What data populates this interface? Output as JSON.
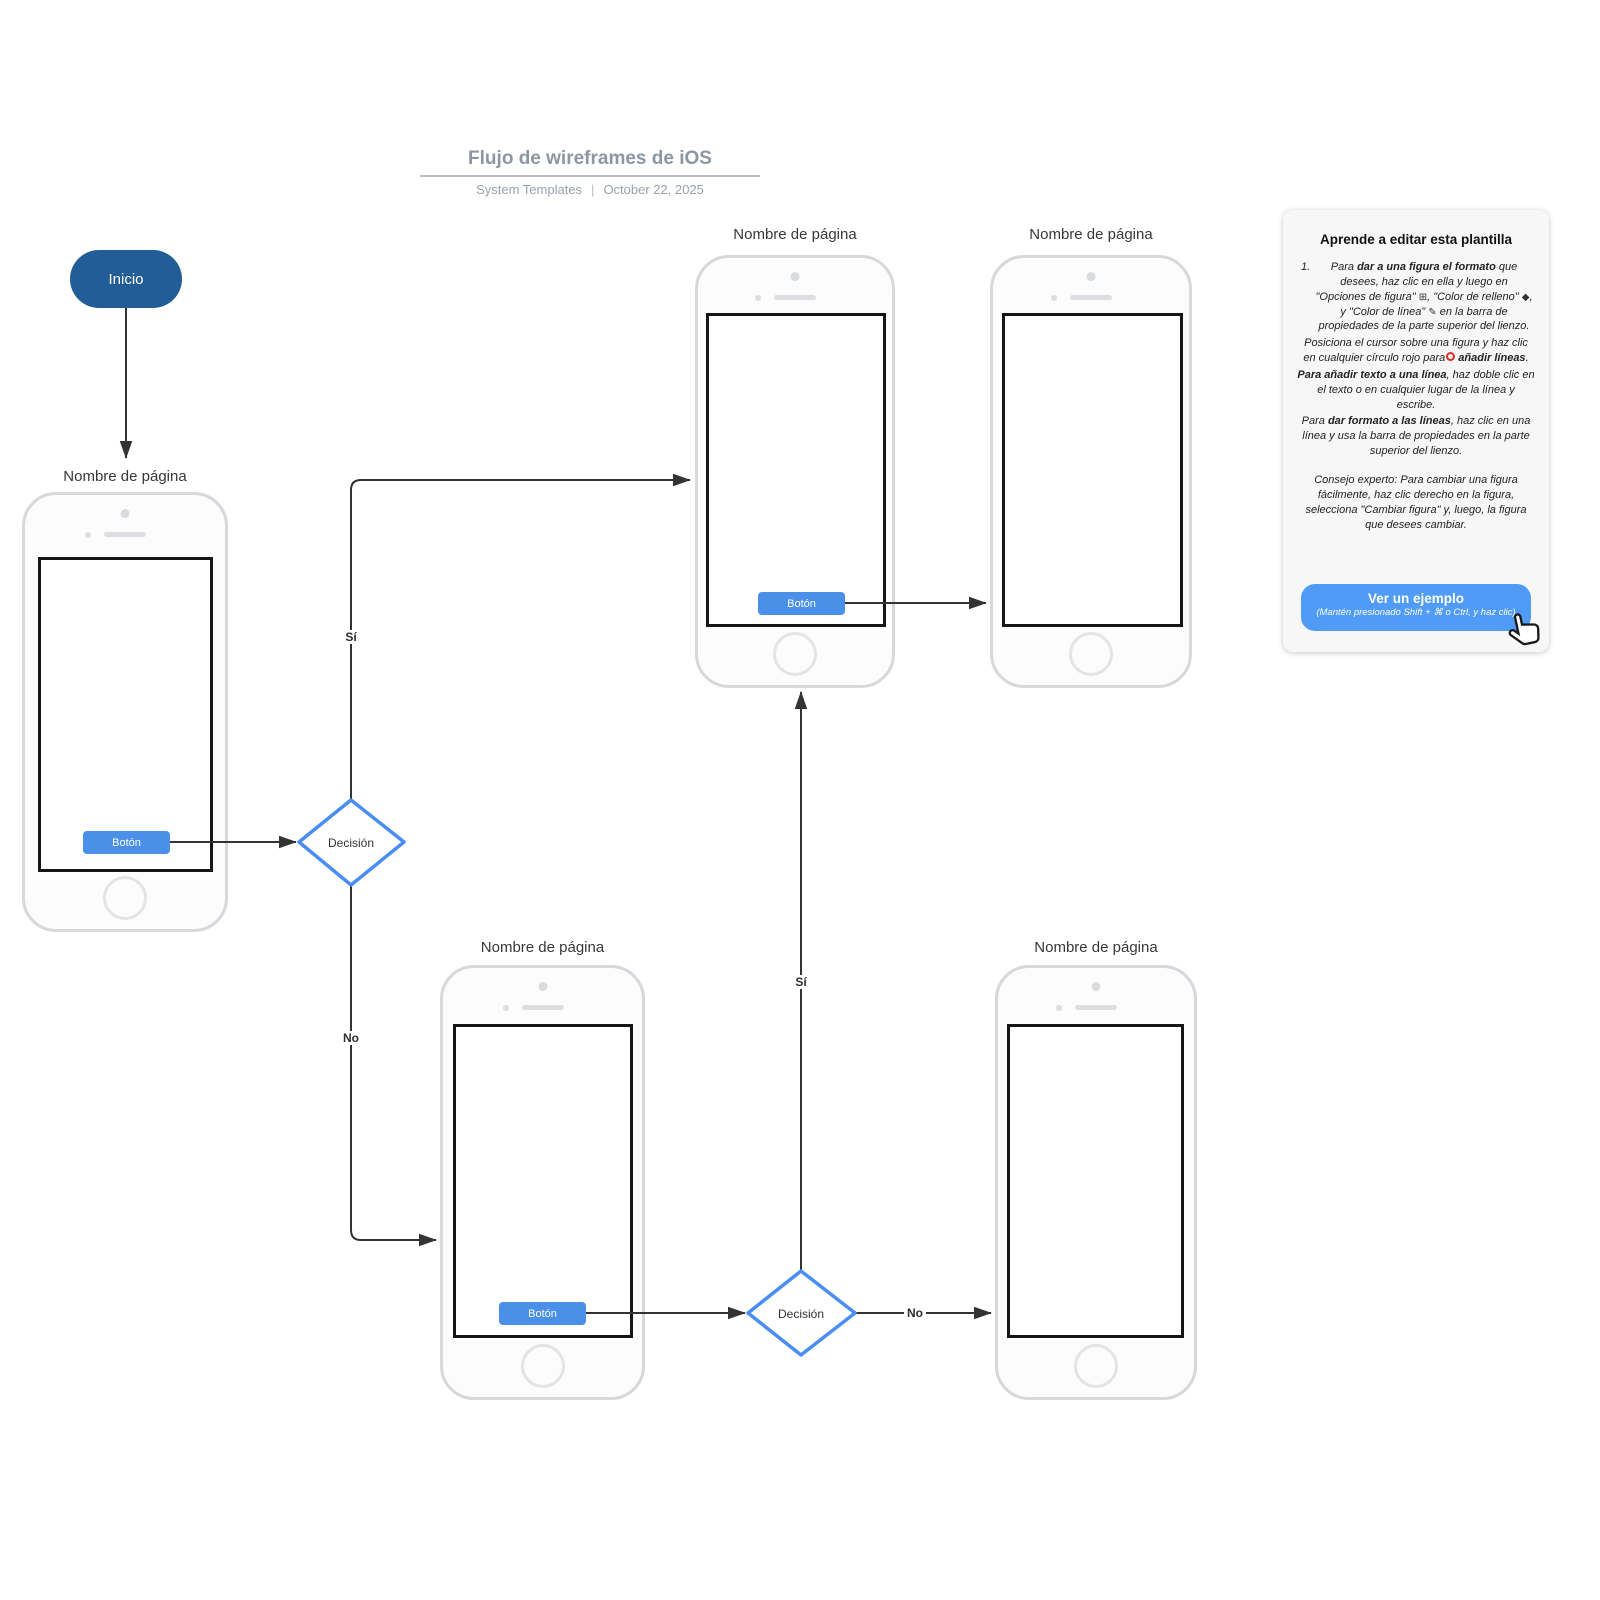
{
  "header": {
    "title": "Flujo de wireframes de iOS",
    "source": "System Templates",
    "separator": "|",
    "date": "October 22, 2025"
  },
  "flow": {
    "start_label": "Inicio",
    "page_label": "Nombre de página",
    "button_label": "Botón",
    "decision_label": "Decisión",
    "yes_label": "Sí",
    "no_label": "No"
  },
  "panel": {
    "title": "Aprende a editar esta plantilla",
    "item_number": "1.",
    "p1": {
      "r1": "Para ",
      "b1": "dar a una figura el formato",
      "r2": " que desees, haz clic en ella y luego en \"Opciones de figura\" ",
      "r3": ", \"Color de relleno\" ",
      "r4": ", y \"Color de línea\" ",
      "r5": " en la barra de propiedades de la parte superior del lienzo."
    },
    "p2": {
      "r1": "Posiciona el cursor sobre una figura y haz clic en cualquier círculo rojo para",
      "b1": "añadir líneas",
      "r2": "."
    },
    "p3": {
      "b1": "Para añadir texto a una línea",
      "r1": ", haz doble clic en el texto o en cualquier lugar de la línea y escribe."
    },
    "p4": {
      "r1": "Para ",
      "b1": "dar formato a las líneas",
      "r2": ", haz clic en una línea y usa la barra de propiedades en la parte superior del lienzo."
    },
    "p5": "Consejo experto: Para cambiar una figura fácilmente, haz clic derecho en la figura, selecciona \"Cambiar figura\" y, luego, la figura que desees cambiar.",
    "icons": {
      "shape_options": "⊞",
      "fill_color": "◆",
      "line_color": "✎"
    },
    "cta": {
      "title": "Ver un ejemplo",
      "subtitle": "(Mantén presionado Shift + ⌘ o Ctrl, y haz clic)"
    }
  },
  "colors": {
    "start_fill": "#235d97",
    "screen_button_blue": "#4a90e8",
    "decision_stroke": "#4a8ef5",
    "cta_blue": "#4f9bf5",
    "red_marker": "#d93025",
    "line_color": "#333333"
  }
}
